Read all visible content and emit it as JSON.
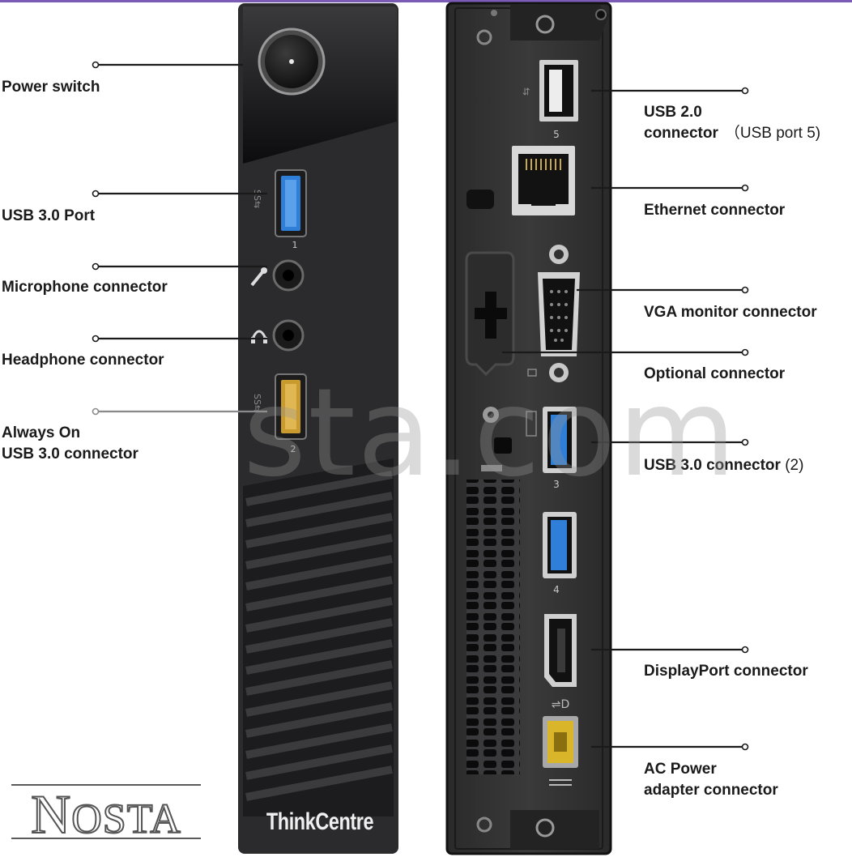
{
  "labels": {
    "power_switch": "Power switch",
    "usb30_port": "USB 3.0 Port",
    "microphone": "Microphone connector",
    "headphone": "Headphone connector",
    "always_on_line1": "Always On",
    "always_on_line2": "USB 3.0 connector",
    "usb20_line1": "USB 2.0",
    "usb20_line2": "connector",
    "usb20_note": "（USB port 5)",
    "ethernet": "Ethernet connector",
    "vga": "VGA monitor connector",
    "optional": "Optional connector",
    "usb30_rear": "USB 3.0 connector",
    "usb30_rear_count": " (2)",
    "displayport": "DisplayPort connector",
    "ac_line1": "AC Power",
    "ac_line2": "adapter connector"
  },
  "port_numbers": {
    "front_usb": "1",
    "always_on_usb": "2",
    "rear_usb_top": "5",
    "rear_usb_3": "3",
    "rear_usb_4": "4"
  },
  "brand": "ThinkCentre",
  "logo": {
    "big1": "N",
    "rest": "OSTA"
  },
  "watermark": "sta.com",
  "colors": {
    "chassis": "#2b2b2d",
    "usb30_blue": "#2f7fd8",
    "always_on_yellow": "#c99a2e",
    "ac_yellow": "#d9b52a",
    "accent_bar": "#7b5bb5"
  }
}
